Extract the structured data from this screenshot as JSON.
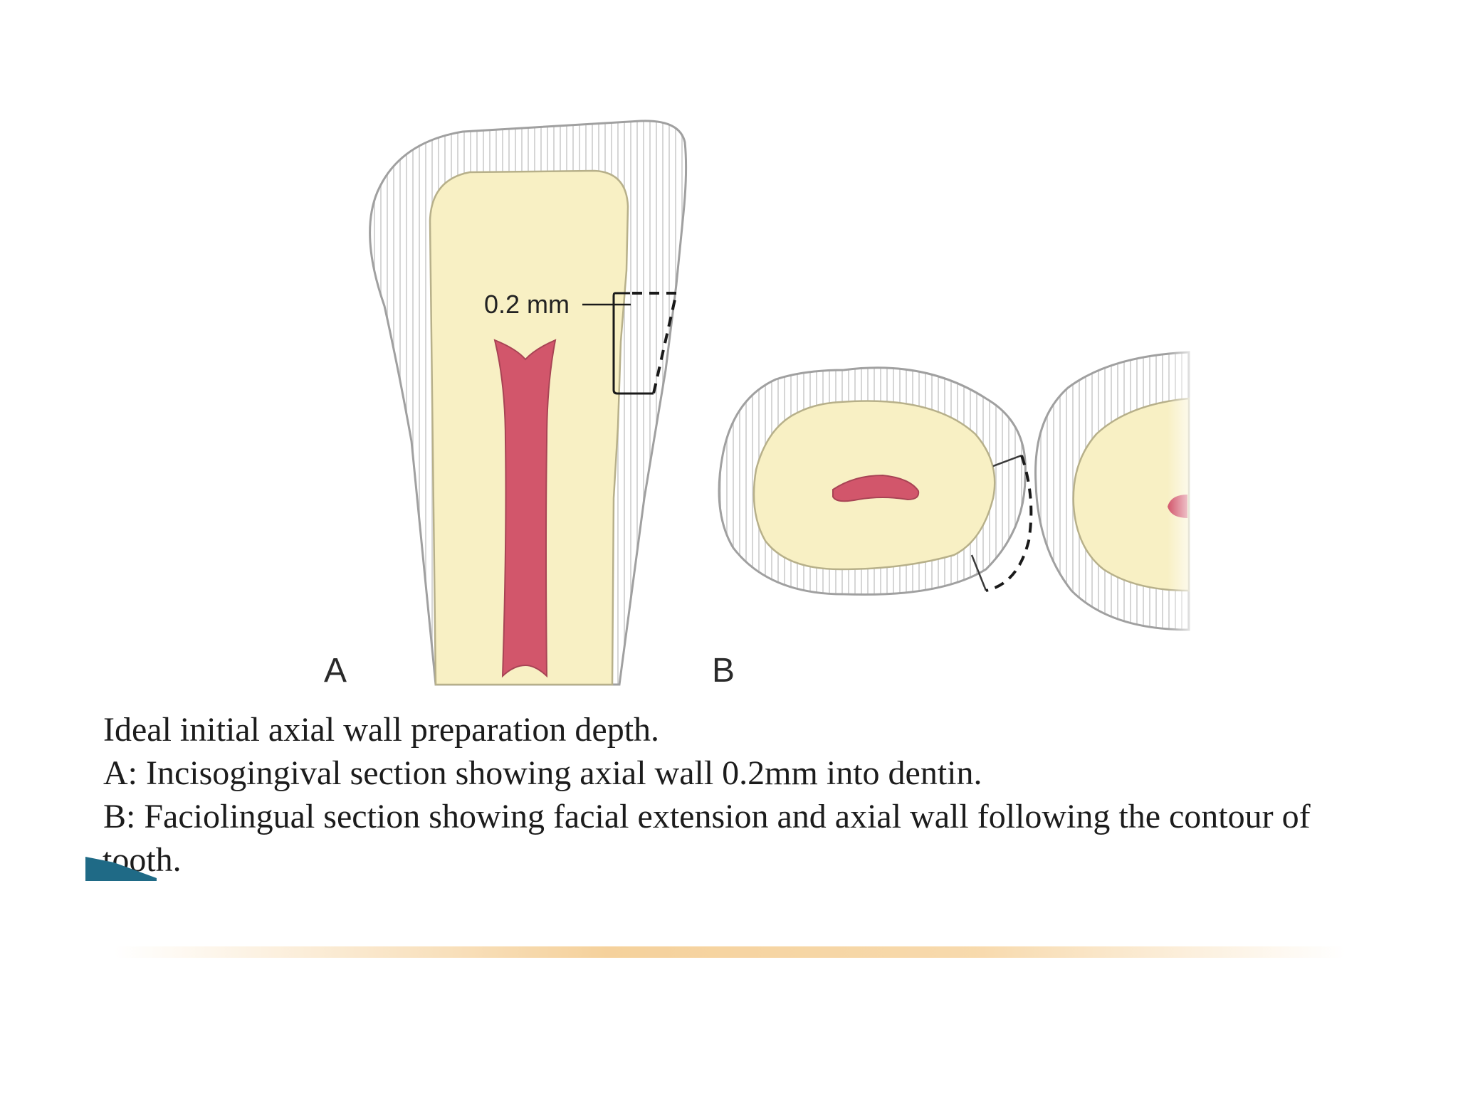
{
  "figure": {
    "panel_a_label": "A",
    "panel_b_label": "B",
    "measurement_label": "0.2 mm",
    "colors": {
      "enamel": "#ffffff",
      "enamel_rods": "#d6d6d6",
      "dentin": "#f8f0c4",
      "pulp": "#d2566b",
      "outline": "#9a9a9a",
      "prep_line": "#1a1a1a"
    }
  },
  "caption": {
    "line1": "Ideal initial axial wall preparation depth.",
    "line2": "A: Incisogingival section showing axial wall 0.2mm into dentin.",
    "line3": "B: Faciolingual section showing facial extension and axial wall following the contour of",
    "line4": "tooth."
  },
  "theme": {
    "bookmark_color": "#1f6a86",
    "rule_color": "#f3c98a"
  }
}
